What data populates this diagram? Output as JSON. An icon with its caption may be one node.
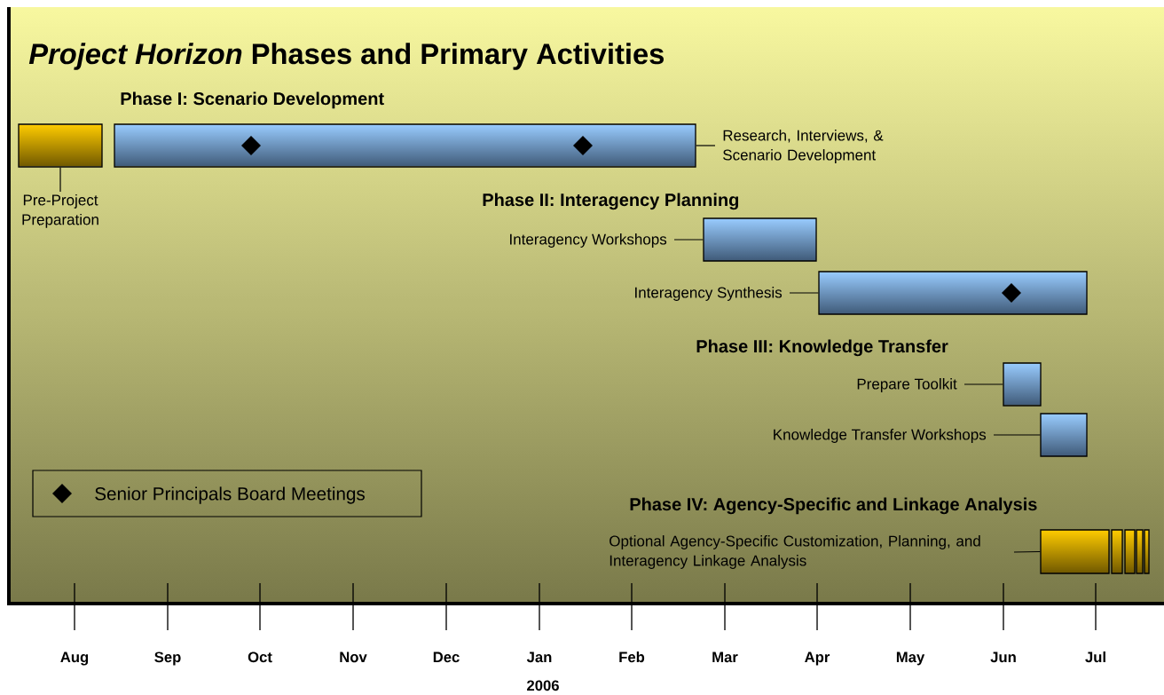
{
  "diagram": {
    "title": "*Project Horizon* Phases and Primary Activities",
    "nodes": [
      {
        "text": [
          "Pre-Project Preparation"
        ]
      },
      {
        "text": [],
        "shape": "bar"
      },
      {
        "text": [],
        "shape": "bar"
      },
      {
        "text": [
          "Research, Interviews, & Scenario Development"
        ]
      },
      {
        "text": [
          "Interagency Workshops"
        ]
      },
      {
        "text": [],
        "shape": "bar"
      },
      {
        "text": [
          "Interagency Synthesis"
        ]
      },
      {
        "text": [],
        "shape": "bar"
      },
      {
        "text": [
          "Prepare Toolkit"
        ]
      },
      {
        "text": [],
        "shape": "bar"
      },
      {
        "text": [
          "Knowledge Transfer Workshops"
        ]
      },
      {
        "text": [],
        "shape": "bar"
      },
      {
        "text": [
          "Optional Agency-Specific Customization, Planning, and Interagency Linkage Analysis"
        ]
      },
      {
        "text": [],
        "shape": "bar"
      }
    ],
    "edges": [
      {
        "from": 0,
        "to": 1,
        "arrow": "none"
      },
      {
        "from": 3,
        "to": 2,
        "arrow": "none"
      },
      {
        "from": 4,
        "to": 5,
        "arrow": "none"
      },
      {
        "from": 6,
        "to": 7,
        "arrow": "none"
      },
      {
        "from": 8,
        "to": 9,
        "arrow": "none"
      },
      {
        "from": 10,
        "to": 11,
        "arrow": "none"
      },
      {
        "from": 12,
        "to": 13,
        "arrow": "none"
      }
    ],
    "labels": [
      "Phase I: Scenario Development",
      "Phase II: Interagency Planning",
      "Phase III: Knowledge Transfer",
      "Phase IV: Agency-Specific and Linkage Analysis",
      "Aug",
      "Sep",
      "Oct",
      "Nov",
      "Dec",
      "Jan",
      "Feb",
      "Mar",
      "Apr",
      "May",
      "Jun",
      "Jul",
      "2006"
    ],
    "legend": [
      {
        "text": "Senior Principals Board Meetings"
      }
    ]
  }
}
